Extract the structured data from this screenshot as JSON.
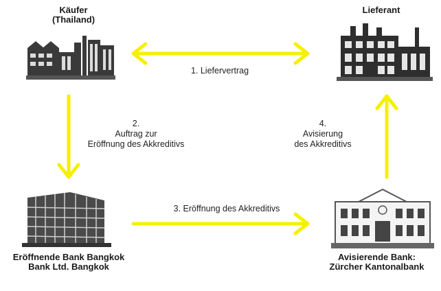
{
  "parties": {
    "buyer": {
      "line1": "Käufer",
      "line2": "(Thailand)"
    },
    "supplier": {
      "line1": "Lieferant"
    },
    "issuing_bank": {
      "line1": "Eröffnende Bank Bangkok",
      "line2": "Bank Ltd. Bangkok"
    },
    "advising_bank": {
      "line1": "Avisierende Bank:",
      "line2": "Zürcher Kantonalbank"
    }
  },
  "steps": {
    "s1": {
      "text": "1. Liefervertrag"
    },
    "s2": {
      "num": "2.",
      "line1": "Auftrag zur",
      "line2": "Eröffnung des Akkreditivs"
    },
    "s3": {
      "text": "3. Eröffnung des Akkreditivs"
    },
    "s4": {
      "num": "4.",
      "line1": "Avisierung",
      "line2": "des Akkreditivs"
    }
  },
  "colors": {
    "arrow": "#f5f000"
  },
  "icons": {
    "buyer": "factory-icon",
    "supplier": "industrial-building-icon",
    "issuing_bank": "office-tower-icon",
    "advising_bank": "bank-building-icon"
  }
}
